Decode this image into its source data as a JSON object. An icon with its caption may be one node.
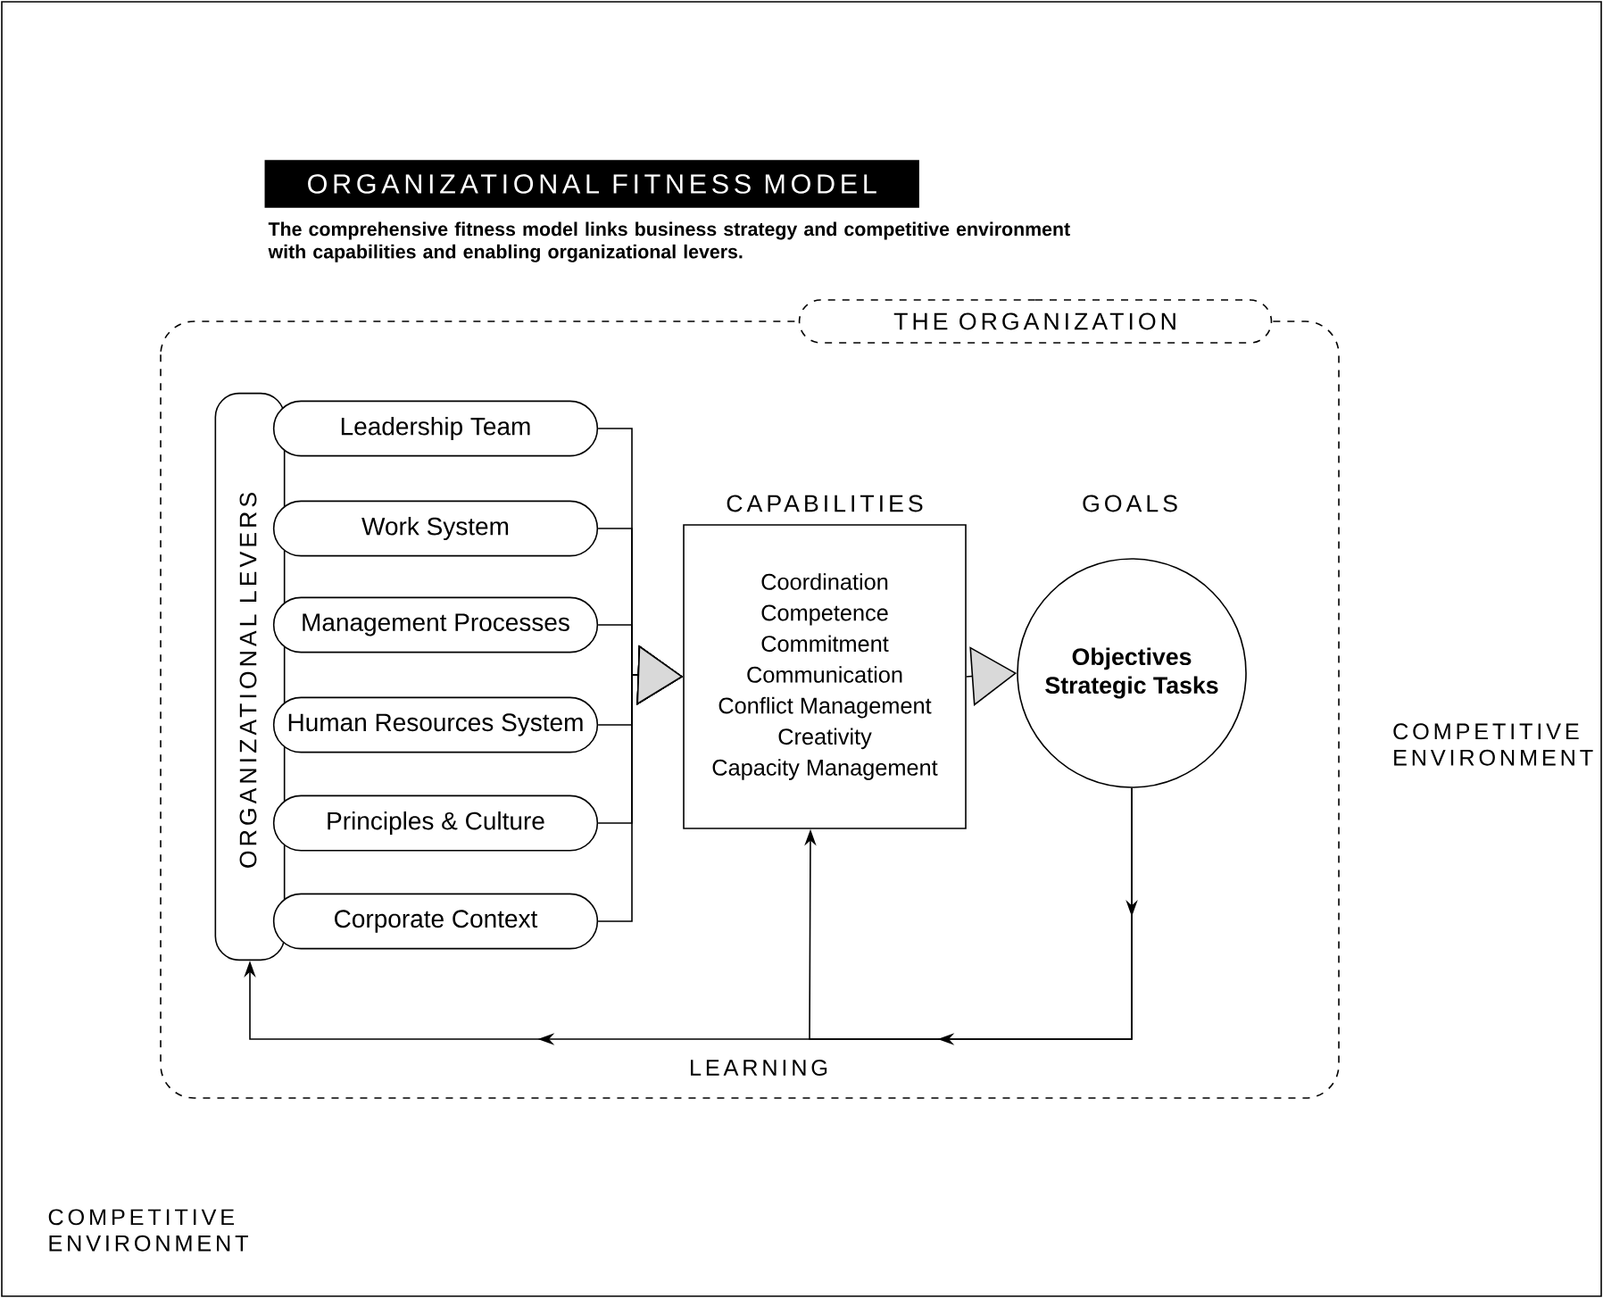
{
  "diagram": {
    "title": "ORGANIZATIONAL FITNESS MODEL",
    "caption": "The comprehensive fitness model links business strategy and competitive environment with capabilities and enabling organizational levers.",
    "nodes": [
      {
        "text": [
          "THE ORGANIZATION"
        ]
      },
      {
        "text": [
          "ORGANIZATIONAL LEVERS"
        ],
        "in": 0
      },
      {
        "text": [
          "Leadership Team"
        ],
        "in": 0
      },
      {
        "text": [
          "Work System"
        ],
        "in": 0
      },
      {
        "text": [
          "Management Processes"
        ],
        "in": 0
      },
      {
        "text": [
          "Human Resources System"
        ],
        "in": 0
      },
      {
        "text": [
          "Principles & Culture"
        ],
        "in": 0
      },
      {
        "text": [
          "Corporate Context"
        ],
        "in": 0
      },
      {
        "text": [
          "CAPABILITIES",
          "Coordination",
          "Competence",
          "Commitment",
          "Communication",
          "Conflict Management",
          "Creativity",
          "Capacity Management"
        ],
        "in": 0
      },
      {
        "text": [
          "GOALS",
          "Objectives",
          "Strategic Tasks"
        ],
        "in": 0
      }
    ],
    "edges": [
      {
        "from": 2,
        "to": 8,
        "arrow": "to"
      },
      {
        "from": 3,
        "to": 8,
        "arrow": "to"
      },
      {
        "from": 4,
        "to": 8,
        "arrow": "to"
      },
      {
        "from": 5,
        "to": 8,
        "arrow": "to"
      },
      {
        "from": 6,
        "to": 8,
        "arrow": "to"
      },
      {
        "from": 7,
        "to": 8,
        "arrow": "to"
      },
      {
        "from": 8,
        "to": 9,
        "arrow": "to"
      },
      {
        "from": 9,
        "to": 8,
        "arrow": "to"
      },
      {
        "from": 9,
        "to": 1,
        "arrow": "to"
      }
    ],
    "labels": [
      "LEARNING",
      "COMPETITIVE ENVIRONMENT",
      "COMPETITIVE ENVIRONMENT"
    ]
  }
}
